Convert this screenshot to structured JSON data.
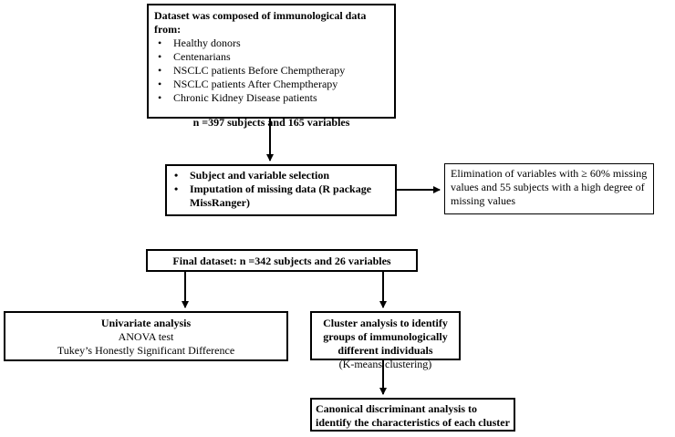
{
  "box1": {
    "title": "Dataset was composed of immunological data from:",
    "items": [
      "Healthy donors",
      "Centenarians",
      "NSCLC patients Before Chemptherapy",
      "NSCLC patients After  Chemptherapy",
      "Chronic Kidney Disease patients"
    ],
    "footer": "n =397 subjects and 165 variables"
  },
  "box2": {
    "items": [
      "Subject and variable selection",
      "Imputation of missing data (R package MissRanger)"
    ]
  },
  "box3": {
    "text": "Elimination of variables with ≥ 60% missing values and 55 subjects with a high degree of missing values"
  },
  "box4": {
    "text": "Final dataset: n =342 subjects and 26 variables"
  },
  "box5": {
    "title": "Univariate analysis",
    "lines": [
      "ANOVA test",
      "Tukey’s Honestly Significant Difference"
    ]
  },
  "box6": {
    "title": "Cluster analysis to identify groups of immunologically different individuals",
    "subtitle": "(K-means clustering)"
  },
  "box7": {
    "text": "Canonical discriminant analysis to identify the characteristics of each cluster"
  }
}
